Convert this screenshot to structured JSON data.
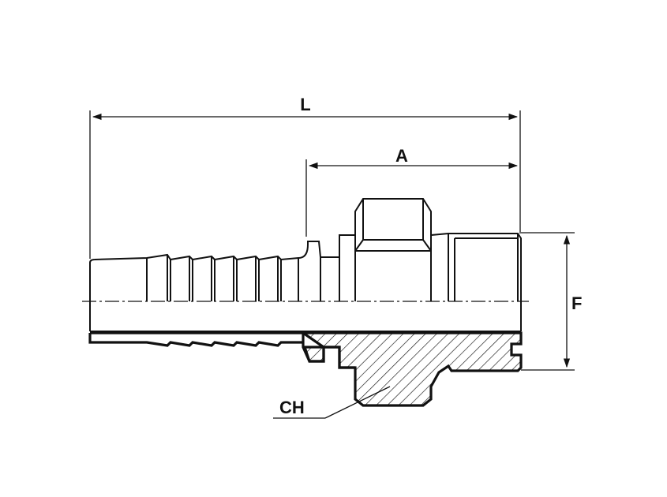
{
  "drawing": {
    "dimensions": {
      "length": "L",
      "a": "A",
      "f": "F",
      "hex": "CH"
    },
    "colors": {
      "line": "#111111",
      "background": "#ffffff"
    }
  }
}
